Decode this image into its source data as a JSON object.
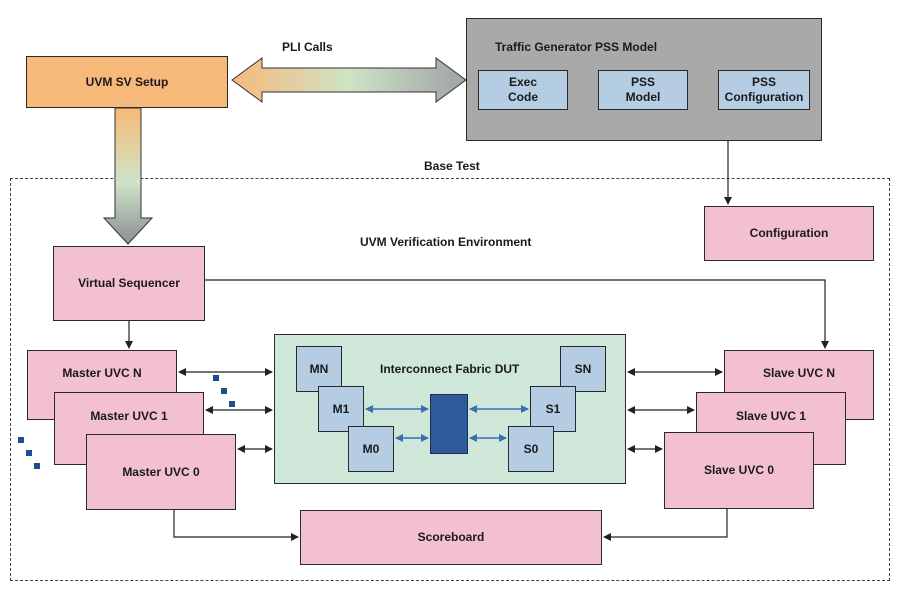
{
  "top": {
    "setup_label": "UVM SV Setup",
    "pli_label": "PLI Calls",
    "pss_model": {
      "title": "Traffic Generator PSS Model",
      "exec_code": "Exec\nCode",
      "pss_model": "PSS\nModel",
      "pss_configuration": "PSS\nConfiguration"
    }
  },
  "base_test_label": "Base Test",
  "env_label": "UVM Verification Environment",
  "configuration_label": "Configuration",
  "virtual_sequencer_label": "Virtual Sequencer",
  "masters": [
    "Master UVC N",
    "Master UVC 1",
    "Master UVC 0"
  ],
  "slaves": [
    "Slave UVC N",
    "Slave UVC 1",
    "Slave UVC 0"
  ],
  "dut": {
    "title": "Interconnect Fabric DUT",
    "ports_left": [
      "MN",
      "M1",
      "M0"
    ],
    "ports_right": [
      "SN",
      "S1",
      "S0"
    ]
  },
  "scoreboard_label": "Scoreboard",
  "colors": {
    "setup": "#f7b97a",
    "pss_model_bg": "#a9a9a9",
    "uvc": "#f2bfd3",
    "port": "#b4cde3",
    "dut_bg": "#cfe7d8",
    "center_block": "#2f5b9a",
    "dots": "#1f4e8c"
  }
}
